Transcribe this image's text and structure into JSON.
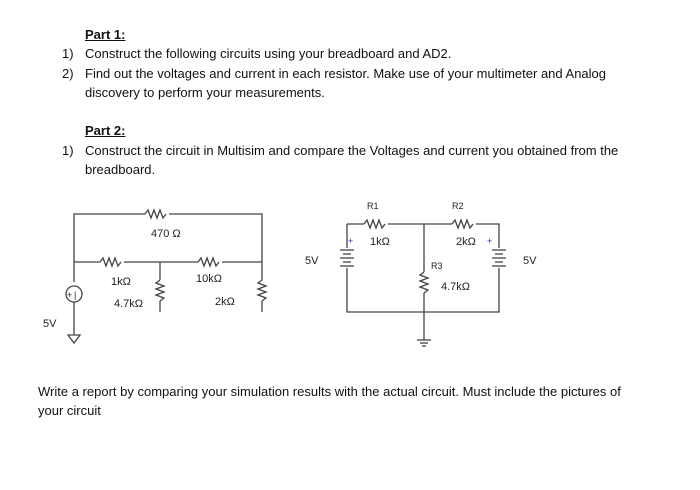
{
  "part1": {
    "heading": "Part 1:",
    "items": [
      {
        "num": "1)",
        "text": "Construct the following circuits using your breadboard and AD2."
      },
      {
        "num": "2)",
        "text": "Find out the voltages and current in each resistor. Make use of your multimeter and Analog",
        "text2": "discovery to perform your measurements."
      }
    ]
  },
  "part2": {
    "heading": "Part 2:",
    "items": [
      {
        "num": "1)",
        "text": "Construct the circuit in Multisim and compare the Voltages and current you obtained from the",
        "text2": "breadboard."
      }
    ]
  },
  "circuit1": {
    "r_top": "470 Ω",
    "r1": "1kΩ",
    "r2": "4.7kΩ",
    "r3": "10kΩ",
    "r4": "2kΩ",
    "source": "5V"
  },
  "circuit2": {
    "r1_name": "R1",
    "r1_value": "1kΩ",
    "r2_name": "R2",
    "r2_value": "2kΩ",
    "r3_name": "R3",
    "r3_value": "4.7kΩ",
    "v_left": "5V",
    "v_right": "5V"
  },
  "report": {
    "line1": "Write a report by comparing your simulation results with the actual circuit. Must include the pictures of",
    "line2": "your circuit"
  }
}
